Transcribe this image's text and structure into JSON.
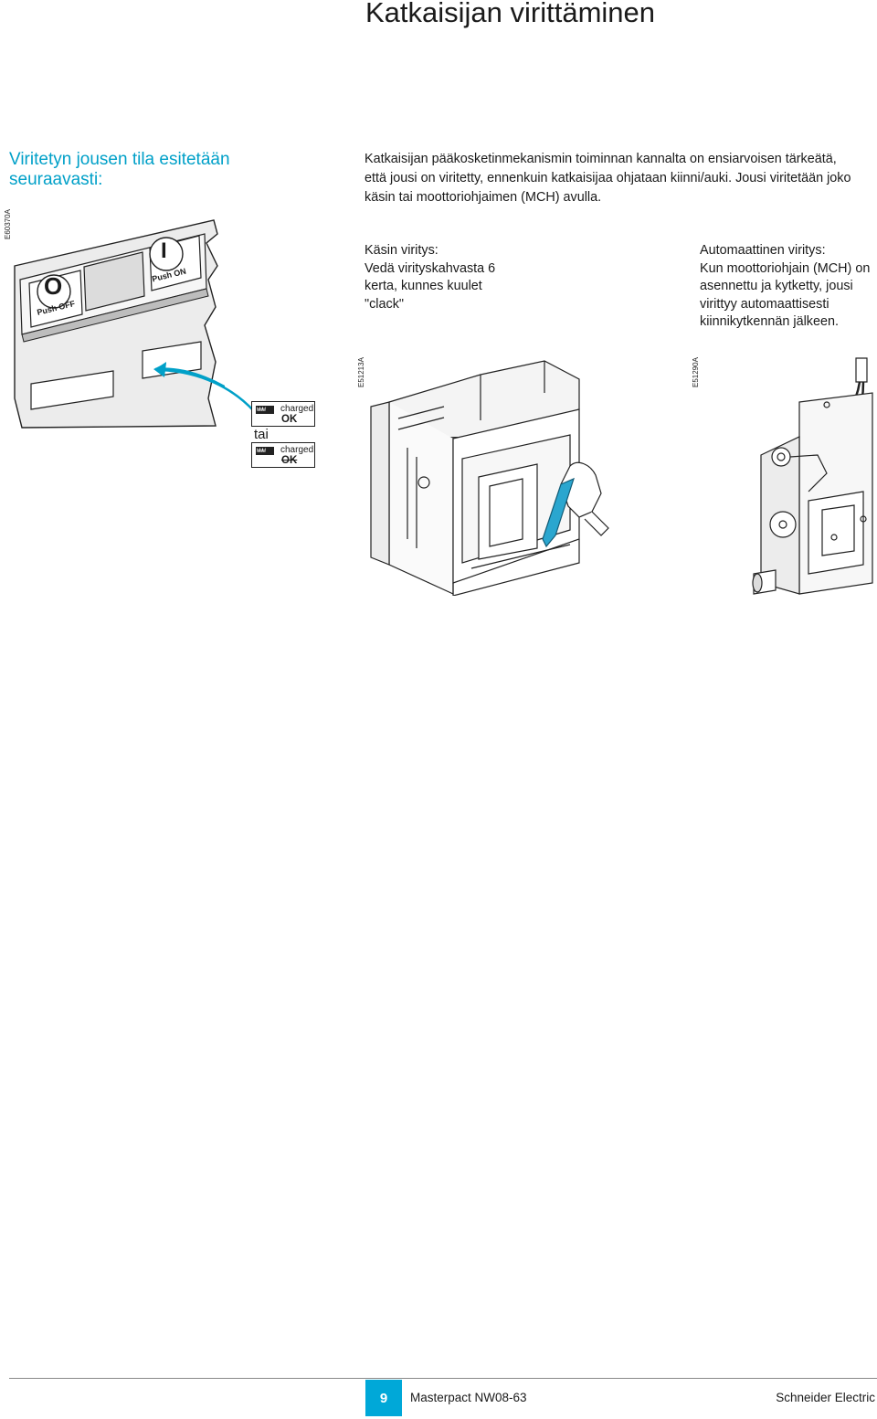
{
  "title": "Katkaisijan virittäminen",
  "subheading": "Viritetyn jousen tila esitetään seuraavasti:",
  "intro": "Katkaisijan pääkosketinmekanismin toiminnan kannalta on ensiarvoisen tärkeätä, että jousi on viritetty, ennenkuin katkaisijaa ohjataan kiinni/auki. Jousi viritetään joko käsin tai moottoriohjaimen (MCH) avulla.",
  "figure_codes": {
    "panel": "E60370A",
    "manual": "E51213A",
    "auto": "E51290A"
  },
  "panel": {
    "off_symbol": "O",
    "off_label": "Push OFF",
    "on_symbol": "I",
    "on_label": "Push ON",
    "or_label": "tai",
    "indicator_charged": {
      "icon": "WWW",
      "label": "charged",
      "status": "OK"
    },
    "indicator_discharged": {
      "icon": "WWW",
      "label": "charged",
      "status": "OK"
    },
    "accent_color": "#00a0c8"
  },
  "manual": {
    "line1": "Käsin viritys:",
    "line2": "Vedä virityskahvasta 6",
    "line3": "kerta, kunnes kuulet",
    "line4": "\"clack\""
  },
  "auto": {
    "line1": "Automaattinen viritys:",
    "line2": "Kun moottoriohjain (MCH) on",
    "line3": "asennettu ja kytketty, jousi",
    "line4": "virittyy automaattisesti",
    "line5": "kiinnikytkennän jälkeen."
  },
  "footer": {
    "page_number": "9",
    "product": "Masterpact NW08-63",
    "brand": "Schneider Electric"
  }
}
